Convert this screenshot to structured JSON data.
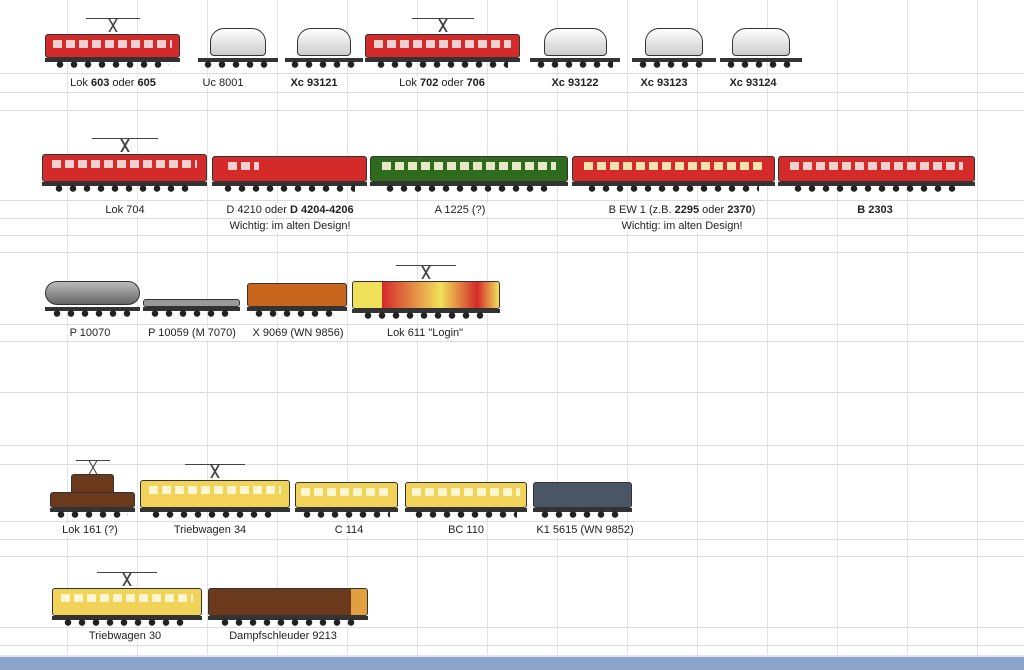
{
  "row1": {
    "lok603": {
      "a": "Lok ",
      "b": "603",
      "c": " oder ",
      "d": "605"
    },
    "uc8001": "Uc 8001",
    "xc93121": "Xc 93121",
    "lok702": {
      "a": "Lok ",
      "b": "702",
      "c": " oder ",
      "d": "706"
    },
    "xc93122": "Xc 93122",
    "xc93123": "Xc 93123",
    "xc93124": "Xc 93124"
  },
  "row2": {
    "lok704": "Lok 704",
    "d4210": {
      "a": "D 4210 oder ",
      "b": "D 4204-4206"
    },
    "a1225": "A 1225 (?)",
    "bew1": {
      "a": "B EW 1  (z.B. ",
      "b": "2295",
      "c": " oder ",
      "d": "2370",
      "e": ")"
    },
    "b2303": "B 2303",
    "note1": "Wichtig: im alten Design!",
    "note2": "Wichtig: im alten Design!"
  },
  "row3": {
    "p10070": "P 10070",
    "p10059": "P 10059 (M 7070)",
    "x9069": "X 9069 (WN 9856)",
    "lok611": "Lok 611 \"Login\""
  },
  "row4": {
    "lok161": "Lok 161 (?)",
    "tw34": "Triebwagen 34",
    "c114": "C 114",
    "bc110": "BC 110",
    "k1": "K1 5615 (WN 9852)"
  },
  "row5": {
    "tw30": "Triebwagen 30",
    "dampf": "Dampfschleuder 9213"
  },
  "colors": {
    "rhb_red": "#d42a2a",
    "green": "#2f6b1f",
    "yellow": "#f1d35a",
    "brown": "#6b3a1c",
    "orange": "#c8661e",
    "grey_blue": "#4a5566"
  }
}
